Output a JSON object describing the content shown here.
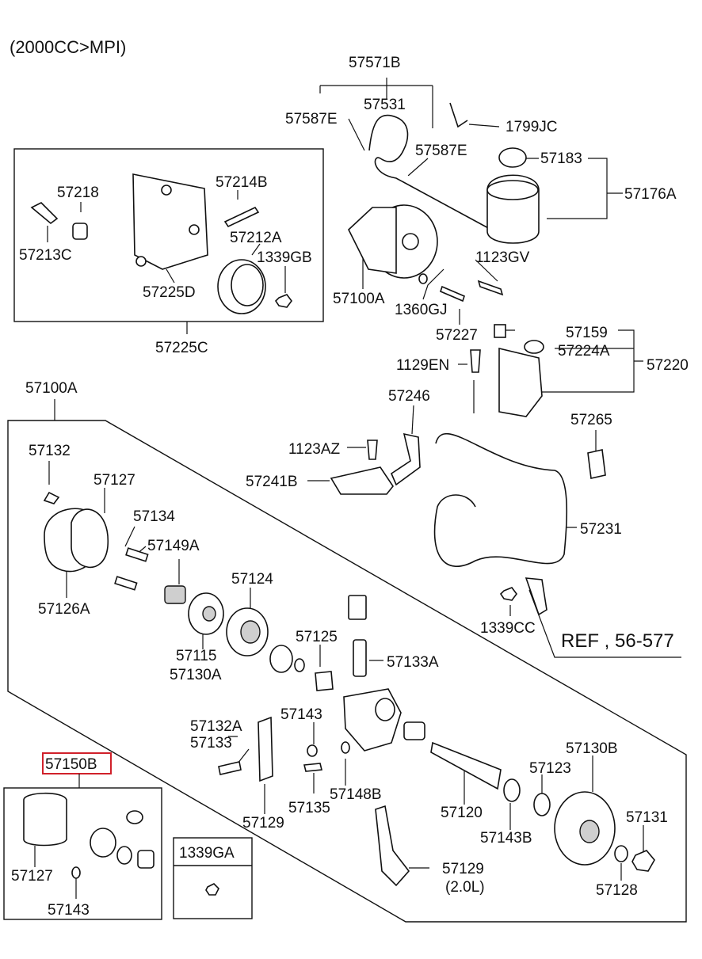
{
  "header": {
    "engine_spec": "(2000CC>MPI)"
  },
  "reference": {
    "text": "REF , 56-577"
  },
  "kits": {
    "box_1339GA": {
      "title": "1339GA"
    },
    "box_57150B": {
      "title": "57150B",
      "highlight_color": "#d0202a"
    }
  },
  "labels": {
    "p57571B": "57571B",
    "p57531": "57531",
    "p57587E_a": "57587E",
    "p57587E_b": "57587E",
    "p1799JC": "1799JC",
    "p57183": "57183",
    "p57176A": "57176A",
    "p57218": "57218",
    "p57214B": "57214B",
    "p57212A": "57212A",
    "p57213C": "57213C",
    "p1339GB": "1339GB",
    "p57225D": "57225D",
    "p57225C": "57225C",
    "p57100A_top": "57100A",
    "p1123GV": "1123GV",
    "p1360GJ": "1360GJ",
    "p57227": "57227",
    "p57159": "57159",
    "p57224A": "57224A",
    "p57220": "57220",
    "p1129EN": "1129EN",
    "p57100A_group": "57100A",
    "p57246": "57246",
    "p57265": "57265",
    "p57132": "57132",
    "p57127": "57127",
    "p1123AZ": "1123AZ",
    "p57241B": "57241B",
    "p57134": "57134",
    "p57149A": "57149A",
    "p57231": "57231",
    "p57126A": "57126A",
    "p57124": "57124",
    "p1339CC": "1339CC",
    "p57115": "57115",
    "p57130A": "57130A",
    "p57125": "57125",
    "p57133A": "57133A",
    "p57143_a": "57143",
    "p57132A": "57132A",
    "p57133": "57133",
    "p57130B": "57130B",
    "p57123": "57123",
    "p57148B": "57148B",
    "p57135": "57135",
    "p57120": "57120",
    "p57131": "57131",
    "p57129_a": "57129",
    "p57143B": "57143B",
    "p57127_kit": "57127",
    "p57143_kit": "57143",
    "p57129_b": "57129",
    "p57129_b_note": "(2.0L)",
    "p57128": "57128"
  }
}
